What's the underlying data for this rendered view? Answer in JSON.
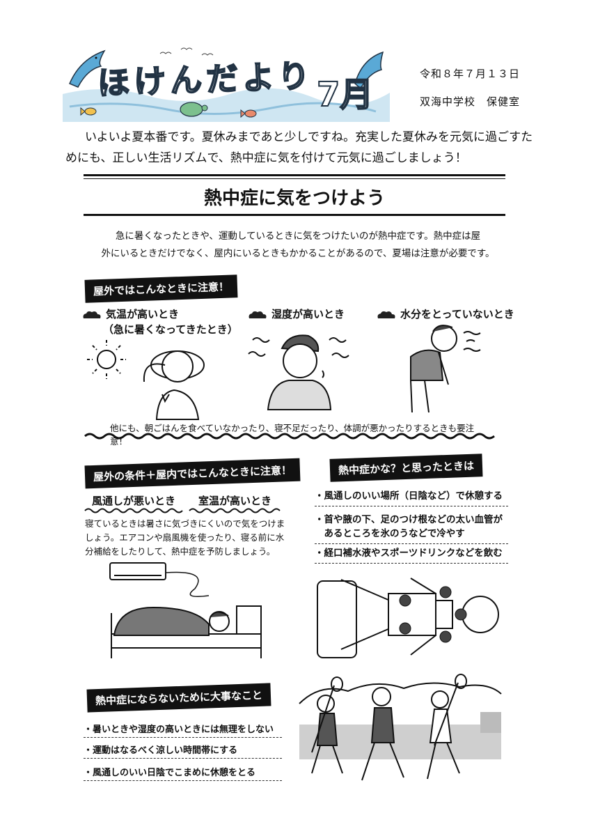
{
  "header": {
    "title": "ほけんだより",
    "month": "7月",
    "date": "令和８年７月１３日",
    "school": "双海中学校　保健室"
  },
  "intro": {
    "line1": "いよいよ夏本番です。夏休みまであと少しですね。充実した夏休みを元気に過ごすた",
    "line2": "めにも、正しい生活リズムで、熱中症に気を付けて元気に過ごしましょう！"
  },
  "main": {
    "title": "熱中症に気をつけよう",
    "lead1": "急に暑くなったときや、運動しているときに気をつけたいのが熱中症です。熱中症は屋",
    "lead2": "外にいるときだけでなく、屋内にいるときもかかることがあるので、夏場は注意が必要です。"
  },
  "outdoor": {
    "banner": "屋外ではこんなときに注意！",
    "cond1_line1": "気温が高いとき",
    "cond1_line2": "（急に暑くなってきたとき）",
    "cond2": "湿度が高いとき",
    "cond3": "水分をとっていないとき",
    "also": "他にも、朝ごはんを食べていなかったり、寝不足だったり、体調が悪かったりするときも要注意！"
  },
  "indoor": {
    "banner": "屋外の条件＋屋内ではこんなときに注意！",
    "sub1": "風通しが悪いとき",
    "sub2": "室温が高いとき",
    "text1": "寝ているときは暑さに気づきにくいので気をつけま",
    "text2": "しょう。エアコンや扇風機を使ったり、寝る前に水",
    "text3": "分補給をしたりして、熱中症を予防しましょう。"
  },
  "suspect": {
    "banner": "熱中症かな？と思ったときは",
    "tips": [
      "・風通しのいい場所（日陰など）で休憩する",
      "・首や腋の下、足のつけ根などの太い血管が",
      "　あるところを氷のうなどで冷やす",
      "・経口補水液やスポーツドリンクなどを飲む"
    ]
  },
  "important": {
    "banner": "熱中症にならないために大事なこと",
    "items": [
      "・暑いときや湿度の高いときには無理をしない",
      "・運動はなるべく涼しい時間帯にする",
      "・風通しのいい日陰でこまめに休憩をとる"
    ]
  },
  "icons": [
    "dolphin-icon",
    "fish-icon",
    "turtle-icon",
    "sun-icon",
    "cloud-icon",
    "air-conditioner-icon",
    "bed-icon"
  ]
}
